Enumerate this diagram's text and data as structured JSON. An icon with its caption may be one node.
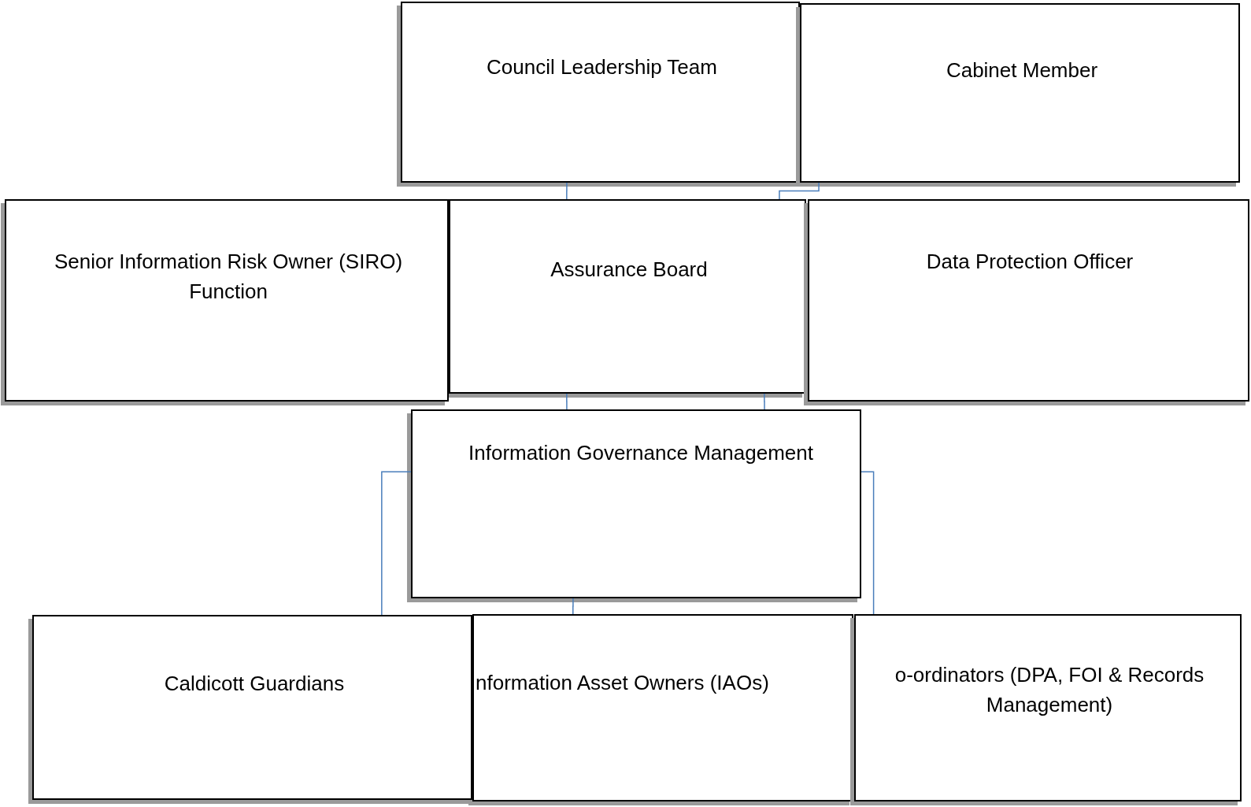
{
  "diagram": {
    "nodes": [
      {
        "text": [
          "Council Leadership Team"
        ]
      },
      {
        "text": [
          "Cabinet Member"
        ]
      },
      {
        "text": [
          "Senior Information Risk Owner (SIRO) Function"
        ]
      },
      {
        "text": [
          "Assurance Board"
        ]
      },
      {
        "text": [
          "Data Protection Officer"
        ]
      },
      {
        "text": [
          "Information Governance Management"
        ]
      },
      {
        "text": [
          "nformation Asset Owners (IAOs)"
        ]
      },
      {
        "text": [
          "Caldicott Guardians"
        ]
      },
      {
        "text": [
          "o-ordinators (DPA, FOI & Records Management)"
        ]
      }
    ],
    "edges": [
      {
        "from": 0,
        "to": 3,
        "arrow": "none"
      },
      {
        "from": 1,
        "to": 3,
        "arrow": "none"
      },
      {
        "from": 3,
        "to": 5,
        "arrow": "none"
      },
      {
        "from": 3,
        "to": 5,
        "arrow": "none"
      },
      {
        "from": 5,
        "to": 8,
        "arrow": "none"
      },
      {
        "from": 5,
        "to": 7,
        "arrow": "none"
      },
      {
        "from": 5,
        "to": 6,
        "arrow": "none"
      }
    ]
  }
}
